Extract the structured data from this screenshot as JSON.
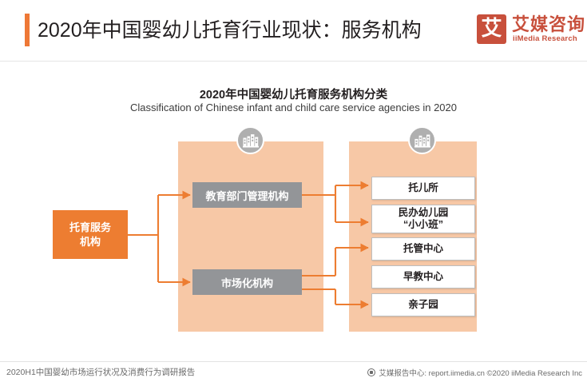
{
  "header": {
    "title": "2020年中国婴幼儿托育行业现状：服务机构",
    "accent_color": "#EE7836",
    "logo": {
      "mark_glyph": "艾",
      "name_cn": "艾媒咨询",
      "name_en": "iiMedia Research",
      "color": "#C8503C"
    }
  },
  "chart_data": {
    "type": "diagram",
    "title_cn": "2020年中国婴幼儿托育服务机构分类",
    "title_en": "Classification of Chinese infant and child care service agencies in 2020",
    "root": {
      "label": "托育服务\n机构",
      "fill": "#ED7D31",
      "text_color": "#ffffff"
    },
    "groups": [
      {
        "id": "gov",
        "panel_fill": "#F7C8A6",
        "icon": "institution-building-icon",
        "node_label": "教育部门管理机构",
        "node_fill": "#939598",
        "children": [
          "托儿所",
          "民办幼儿园\n“小小班”"
        ]
      },
      {
        "id": "mkt",
        "panel_fill": "#F7C8A6",
        "icon": "city-buildings-icon",
        "node_label": "市场化机构",
        "node_fill": "#939598",
        "children": [
          "托管中心",
          "早教中心",
          "亲子园"
        ]
      }
    ],
    "leaves": [
      {
        "label": "托儿所",
        "group": "gov"
      },
      {
        "label": "民办幼儿园\n“小小班”",
        "group": "gov"
      },
      {
        "label": "托管中心",
        "group": "mkt"
      },
      {
        "label": "早教中心",
        "group": "mkt"
      },
      {
        "label": "亲子园",
        "group": "mkt"
      }
    ],
    "connector_color": "#ED7D31",
    "legend": [],
    "grid": false
  },
  "footer": {
    "left": "2020H1中国婴幼市场运行状况及消费行为调研报告",
    "right": "艾媒报告中心: report.iimedia.cn   ©2020  iiMedia Research  Inc"
  }
}
